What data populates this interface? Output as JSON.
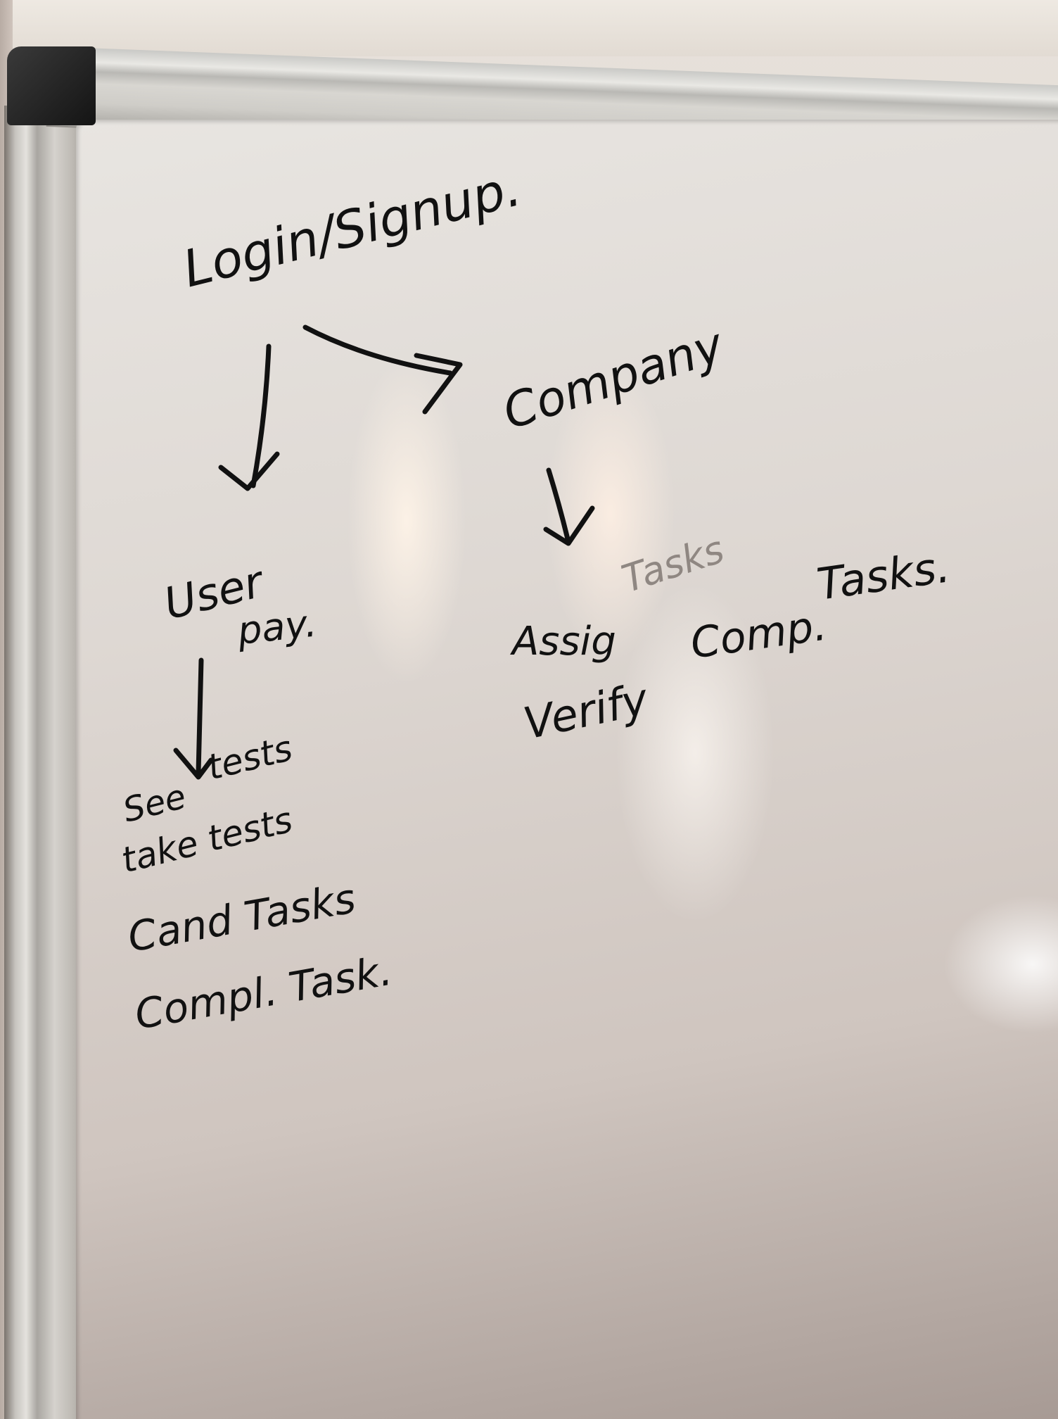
{
  "whiteboard": {
    "title": "Login/Signup.",
    "company": "Company",
    "company_items": {
      "assign": "Assig",
      "tasks": "Tasks",
      "verify": "Verify",
      "comp": "Comp.",
      "comp_tasks": "Tasks."
    },
    "user": "User",
    "user_pay": "pay.",
    "user_items": [
      "tests",
      "See",
      "take tests",
      "Cand Tasks",
      "Compl. Task."
    ]
  },
  "colors": {
    "marker": "#111111",
    "faded_marker": "#8f8782",
    "board": "#e3ded9",
    "frame": "#c9c7c2",
    "corner": "#1c1c1c"
  }
}
